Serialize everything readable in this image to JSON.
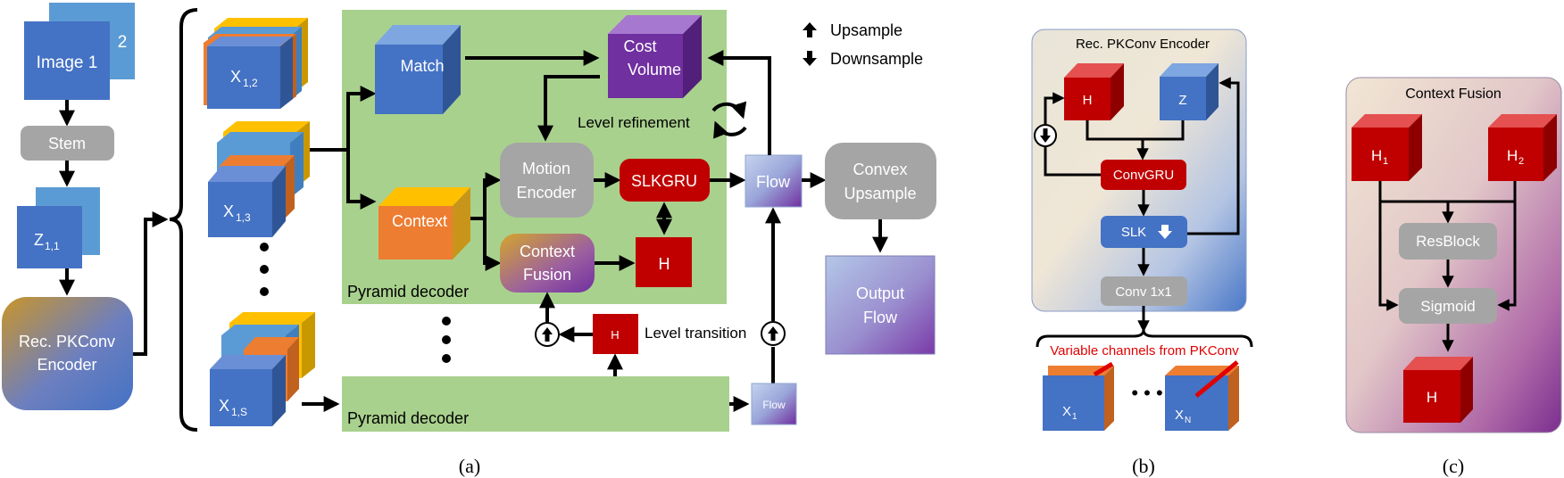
{
  "a": {
    "image1": "Image 1",
    "image2": "2",
    "stem": "Stem",
    "z11_main": "Z",
    "z11_sub": "1,1",
    "encoder_l1": "Rec. PKConv",
    "encoder_l2": "Encoder",
    "x12_main": "X",
    "x12_sub": "1,2",
    "x13_main": "X",
    "x13_sub": "1,3",
    "x1s_main": "X",
    "x1s_sub": "1,S",
    "match": "Match",
    "cost_l1": "Cost",
    "cost_l2": "Volume",
    "context": "Context",
    "motion_l1": "Motion",
    "motion_l2": "Encoder",
    "slkgru": "SLKGRU",
    "fusion_l1": "Context",
    "fusion_l2": "Fusion",
    "h_big": "H",
    "h_small": "H",
    "flow_big": "Flow",
    "flow_small": "Flow",
    "convex_l1": "Convex",
    "convex_l2": "Upsample",
    "output_l1": "Output",
    "output_l2": "Flow",
    "level_refinement": "Level refinement",
    "level_transition": "Level transition",
    "pyramid_decoder_top": "Pyramid decoder",
    "pyramid_decoder_bottom": "Pyramid decoder",
    "legend_up": "Upsample",
    "legend_down": "Downsample",
    "caption": "(a)"
  },
  "b": {
    "title": "Rec. PKConv Encoder",
    "h": "H",
    "z": "Z",
    "convgru": "ConvGRU",
    "slk": "SLK",
    "conv1x1": "Conv 1x1",
    "variable_channels": "Variable channels from PKConv",
    "x1_main": "X",
    "x1_sub": "1",
    "xn_main": "X",
    "xn_sub": "N",
    "ellipsis": "• • •",
    "caption": "(b)"
  },
  "c": {
    "title": "Context Fusion",
    "h1_main": "H",
    "h1_sub": "1",
    "h2_main": "H",
    "h2_sub": "2",
    "resblock": "ResBlock",
    "sigmoid": "Sigmoid",
    "h_out": "H",
    "caption": "(c)"
  },
  "colors": {
    "blue": "#4472c4",
    "light_blue": "#5b9bd5",
    "red": "#c00000",
    "gray": "#a5a5a5",
    "green": "#a9d18e",
    "orange": "#ed7d31",
    "gold": "#ffc000",
    "purple": "#7030a0"
  }
}
